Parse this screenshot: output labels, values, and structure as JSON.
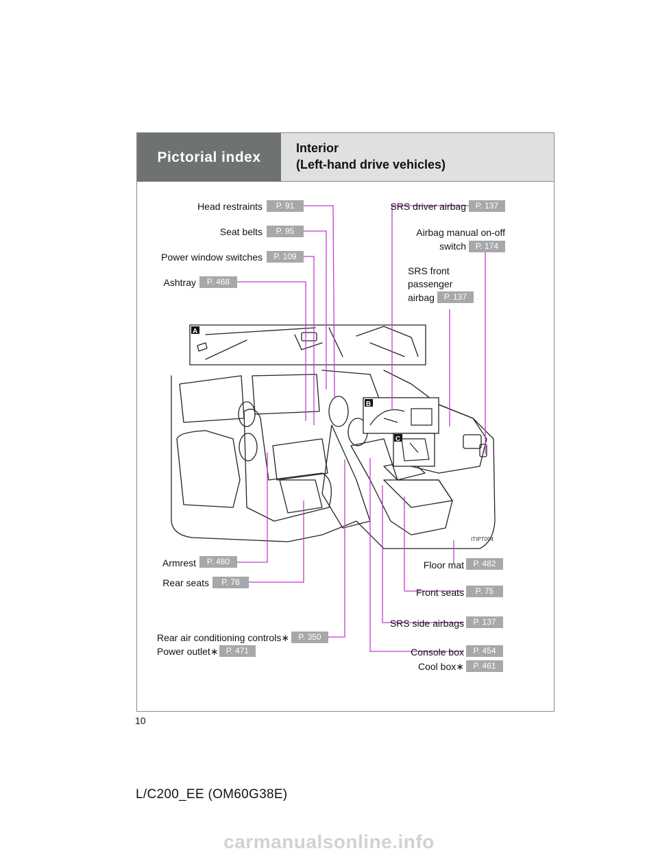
{
  "header": {
    "section": "Pictorial index",
    "title_line1": "Interior",
    "title_line2": "(Left-hand drive vehicles)"
  },
  "illustration": {
    "code": "ITIPT094",
    "inset_a": "A",
    "inset_b": "B",
    "inset_c": "C"
  },
  "callouts": {
    "head_restraints": {
      "label": "Head restraints",
      "page": "P. 91"
    },
    "seat_belts": {
      "label": "Seat belts",
      "page": "P. 95"
    },
    "power_window_switches": {
      "label": "Power window switches",
      "page": "P. 109"
    },
    "ashtray": {
      "label": "Ashtray",
      "page": "P. 468"
    },
    "srs_driver_airbag": {
      "label": "SRS driver airbag",
      "page": "P. 137"
    },
    "airbag_manual_switch": {
      "label_line1": "Airbag manual on-off",
      "label_line2": "switch",
      "page": "P. 174"
    },
    "srs_front_passenger": {
      "label_line1": "SRS front",
      "label_line2": "passenger",
      "label_line3": "airbag",
      "page": "P. 137"
    },
    "armrest": {
      "label": "Armrest",
      "page": "P. 480"
    },
    "rear_seats": {
      "label": "Rear seats",
      "page": "P. 78"
    },
    "rear_ac_controls": {
      "label": "Rear air conditioning controls∗",
      "page": "P. 350"
    },
    "power_outlet": {
      "label": "Power outlet∗",
      "page": "P. 471"
    },
    "floor_mat": {
      "label": "Floor mat",
      "page": "P. 482"
    },
    "front_seats": {
      "label": "Front seats",
      "page": "P. 75"
    },
    "srs_side_airbags": {
      "label": "SRS side airbags",
      "page": "P. 137"
    },
    "console_box": {
      "label": "Console box",
      "page": "P. 454"
    },
    "cool_box": {
      "label": "Cool box∗",
      "page": "P. 461"
    }
  },
  "page_number": "10",
  "footer_code": "L/C200_EE (OM60G38E)",
  "watermark": "carmanualsonline.info",
  "colors": {
    "header_dark": "#6f7273",
    "header_light": "#dfe1e1",
    "page_badge": "#a6a8a9",
    "leader_line": "#c23bd0"
  }
}
